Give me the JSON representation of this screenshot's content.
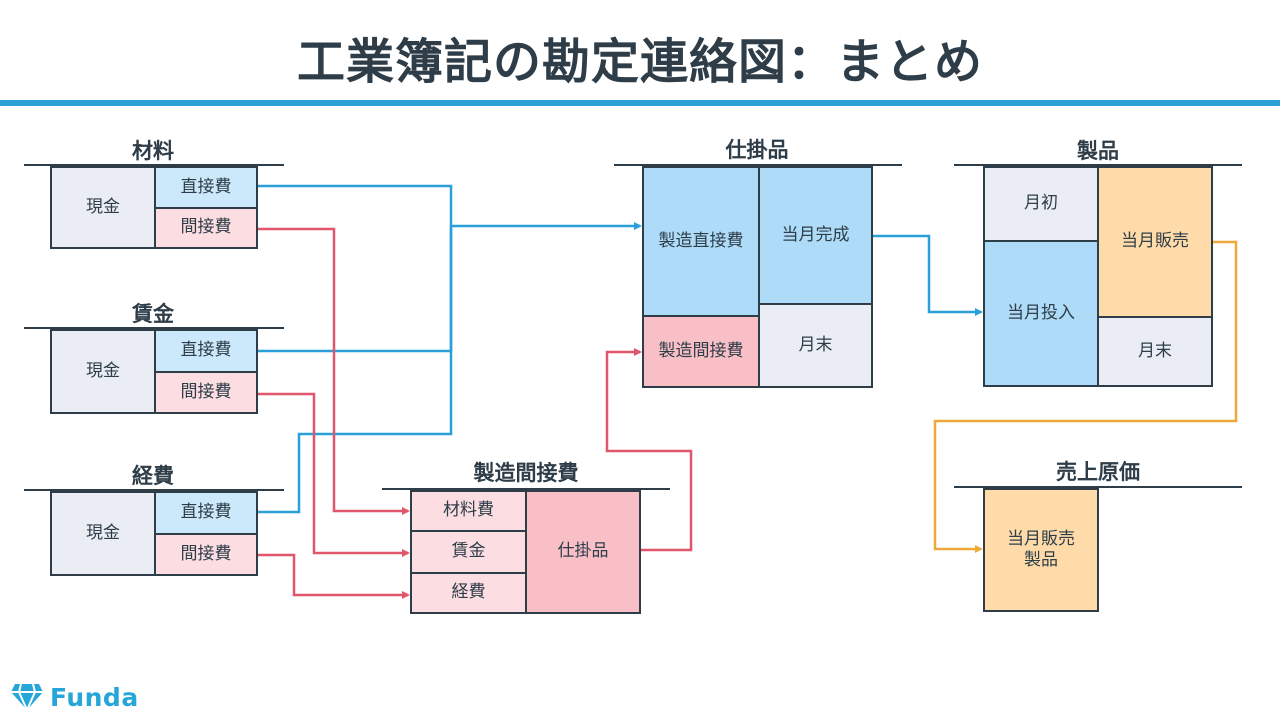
{
  "title": "工業簿記の勘定連絡図：まとめ",
  "logo": {
    "text": "Funda"
  },
  "colors": {
    "accent_blue": "#2b9fd8",
    "flow_pink": "#e0566c",
    "flow_orange": "#f0a838"
  },
  "materials": {
    "label": "材料",
    "left": "現金",
    "direct": "直接費",
    "indirect": "間接費"
  },
  "wages": {
    "label": "賃金",
    "left": "現金",
    "direct": "直接費",
    "indirect": "間接費"
  },
  "expenses": {
    "label": "経費",
    "left": "現金",
    "direct": "直接費",
    "indirect": "間接費"
  },
  "overhead": {
    "label": "製造間接費",
    "materials": "材料費",
    "wages": "賃金",
    "expenses": "経費",
    "wip": "仕掛品"
  },
  "wip": {
    "label": "仕掛品",
    "direct": "製造直接費",
    "indirect": "製造間接費",
    "completed": "当月完成",
    "ending": "月末"
  },
  "product": {
    "label": "製品",
    "beginning": "月初",
    "input": "当月投入",
    "sales": "当月販売",
    "ending": "月末"
  },
  "cogs": {
    "label": "売上原価",
    "line1": "当月販売",
    "line2": "製品"
  }
}
